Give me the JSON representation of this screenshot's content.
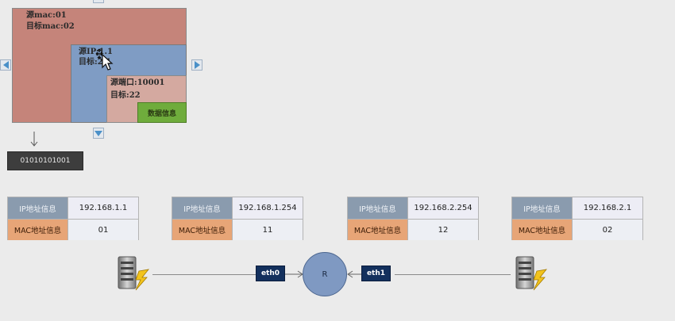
{
  "packet": {
    "src_mac": "源mac:01",
    "dst_mac": "目标mac:02",
    "src_ip": "源IP:1.1",
    "dst_ip": "目标:2.1",
    "src_port": "源端口:10001",
    "dst_port": "目标:22",
    "data": "数据信息"
  },
  "binary": "01010101001",
  "tables": [
    {
      "ip_label": "IP地址信息",
      "ip": "192.168.1.1",
      "mac_label": "MAC地址信息",
      "mac": "01"
    },
    {
      "ip_label": "IP地址信息",
      "ip": "192.168.1.254",
      "mac_label": "MAC地址信息",
      "mac": "11"
    },
    {
      "ip_label": "IP地址信息",
      "ip": "192.168.2.254",
      "mac_label": "MAC地址信息",
      "mac": "12"
    },
    {
      "ip_label": "IP地址信息",
      "ip": "192.168.2.1",
      "mac_label": "MAC地址信息",
      "mac": "02"
    }
  ],
  "router": {
    "label": "R",
    "port_left": "eth0",
    "port_right": "eth1"
  },
  "colors": {
    "mac_layer": "#c5847a",
    "ip_layer": "#7f9cc4",
    "port_layer": "#d4a9a0",
    "data_layer": "#6fac3c",
    "port_box": "#13305d"
  },
  "icons": [
    "server-icon",
    "lightning-icon",
    "cursor-icon",
    "arrow-left-icon",
    "arrow-right-icon",
    "arrow-down-icon"
  ]
}
